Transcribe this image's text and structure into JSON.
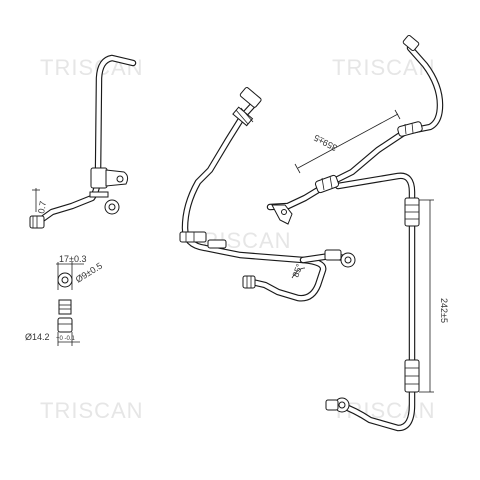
{
  "watermarks": [
    "TRISCAN",
    "TRISCAN",
    "TRISCAN",
    "TRISCAN",
    "TRISCAN"
  ],
  "dimensions": {
    "left_tilted": "0.7",
    "seventeen": "17±0.3",
    "dia_ring": "Ø9±0.5",
    "dia_bottom": "Ø14.2",
    "dia_bottom_tol": "+0 -0.1",
    "top_right": "359±5",
    "angle": "85°",
    "vertical": "242±5"
  }
}
